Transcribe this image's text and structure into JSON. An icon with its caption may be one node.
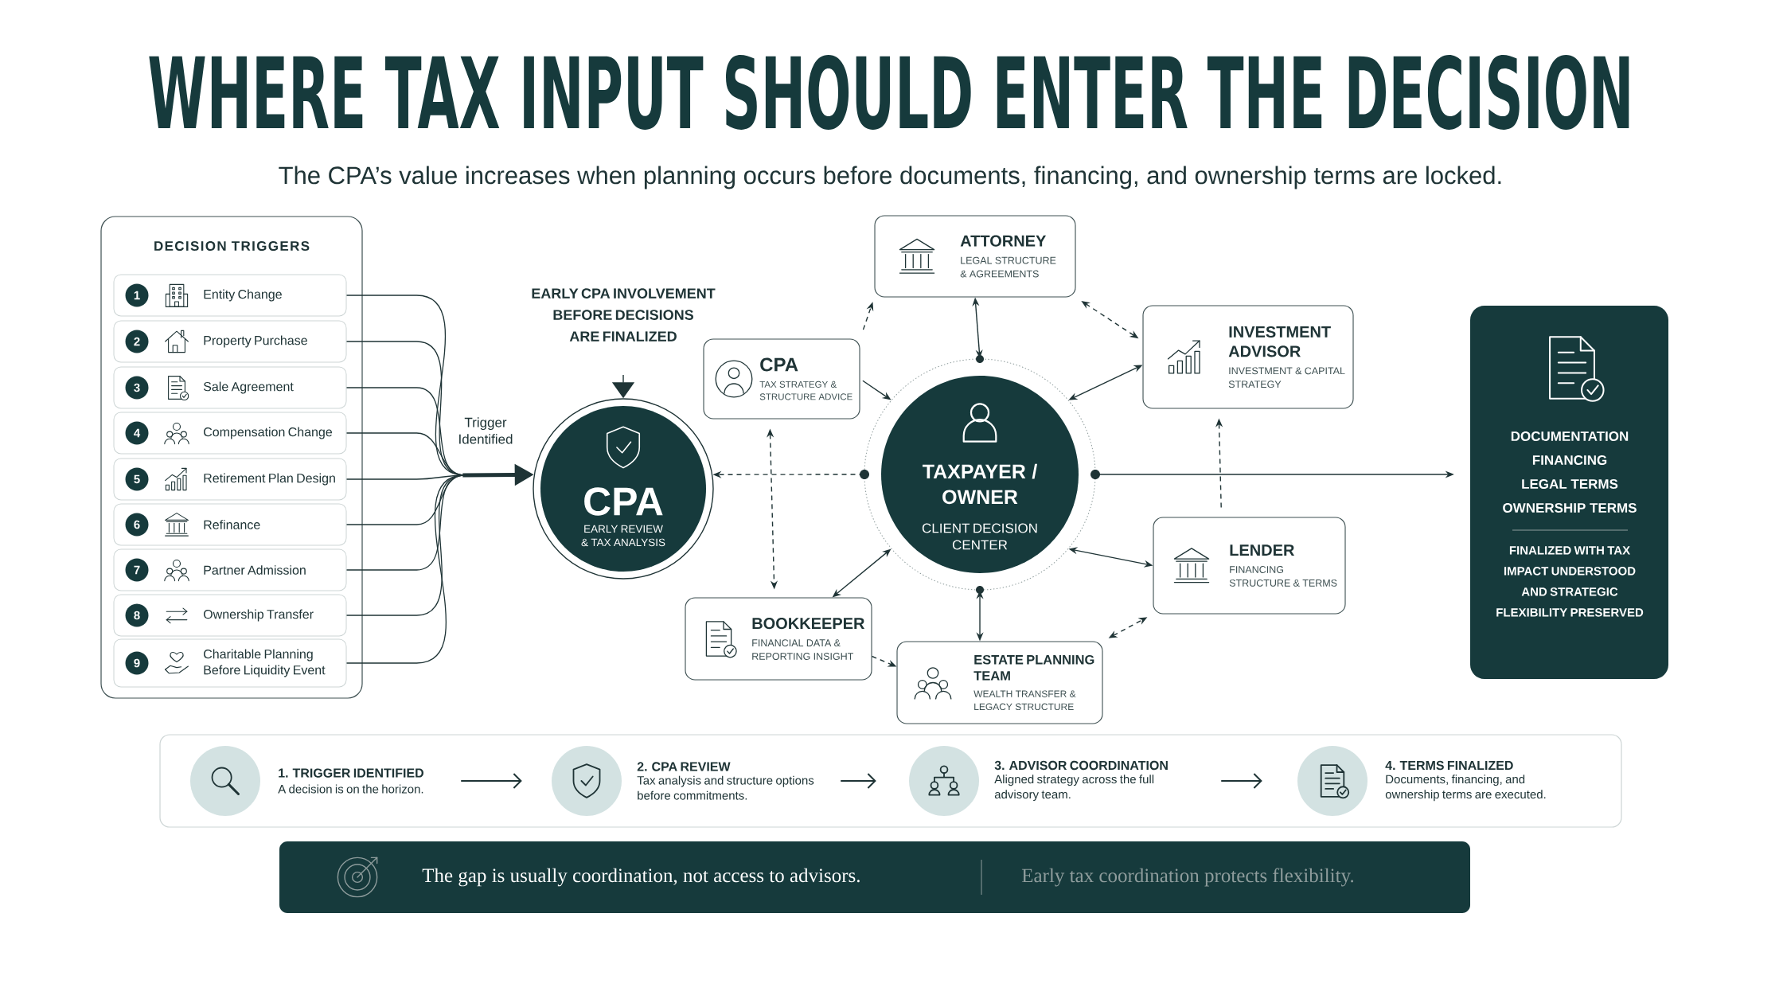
{
  "diagram": {
    "title": "WHERE TAX INPUT SHOULD ENTER THE DECISION",
    "nodes": [
      {
        "text": [
          "DECISION TRIGGERS"
        ]
      },
      {
        "text": [
          "1",
          "Entity Change"
        ],
        "in": 0
      },
      {
        "text": [
          "2",
          "Property Purchase"
        ],
        "in": 0
      },
      {
        "text": [
          "3",
          "Sale Agreement"
        ],
        "in": 0
      },
      {
        "text": [
          "4",
          "Compensation Change"
        ],
        "in": 0
      },
      {
        "text": [
          "5",
          "Retirement Plan Design"
        ],
        "in": 0
      },
      {
        "text": [
          "6",
          "Refinance"
        ],
        "in": 0
      },
      {
        "text": [
          "7",
          "Partner Admission"
        ],
        "in": 0
      },
      {
        "text": [
          "8",
          "Ownership Transfer"
        ],
        "in": 0
      },
      {
        "text": [
          "9",
          "Charitable Planning Before Liquidity Event"
        ],
        "in": 0
      },
      {
        "text": [
          "EARLY CPA INVOLVEMENT BEFORE DECISIONS ARE FINALIZED"
        ]
      },
      {
        "text": [
          "CPA",
          "EARLY REVIEW & TAX ANALYSIS"
        ]
      },
      {
        "text": [
          "TAXPAYER / OWNER",
          "CLIENT DECISION CENTER"
        ]
      },
      {
        "text": [
          "CPA",
          "TAX STRATEGY & STRUCTURE ADVICE"
        ]
      },
      {
        "text": [
          "ATTORNEY",
          "LEGAL STRUCTURE & AGREEMENTS"
        ]
      },
      {
        "text": [
          "INVESTMENT ADVISOR",
          "INVESTMENT & CAPITAL STRATEGY"
        ]
      },
      {
        "text": [
          "LENDER",
          "FINANCING STRUCTURE & TERMS"
        ]
      },
      {
        "text": [
          "BOOKKEEPER",
          "FINANCIAL DATA & REPORTING INSIGHT"
        ]
      },
      {
        "text": [
          "ESTATE PLANNING TEAM",
          "WEALTH TRANSFER & LEGACY STRUCTURE"
        ]
      },
      {
        "text": [
          "DOCUMENTATION",
          "FINANCING",
          "LEGAL TERMS",
          "OWNERSHIP TERMS",
          "FINALIZED WITH TAX IMPACT UNDERSTOOD AND STRATEGIC FLEXIBILITY PRESERVED"
        ]
      },
      {
        "text": [],
        "shape": "box"
      },
      {
        "text": [
          "1. TRIGGER IDENTIFIED",
          "A decision is on the horizon."
        ],
        "in": 20
      },
      {
        "text": [
          "2. CPA REVIEW",
          "Tax analysis and structure options before commitments."
        ],
        "in": 20
      },
      {
        "text": [
          "3. ADVISOR COORDINATION",
          "Aligned strategy across the full advisory team."
        ],
        "in": 20
      },
      {
        "text": [
          "4. TERMS FINALIZED",
          "Documents, financing, and ownership terms are executed."
        ],
        "in": 20
      },
      {
        "text": [
          "The gap is usually coordination, not access to advisors.",
          "Early tax coordination protects flexibility."
        ]
      }
    ],
    "edges": [
      {
        "from": 1,
        "to": 11,
        "arrow": "to"
      },
      {
        "from": 2,
        "to": 11,
        "arrow": "to"
      },
      {
        "from": 3,
        "to": 11,
        "arrow": "to"
      },
      {
        "from": 4,
        "to": 11,
        "arrow": "to"
      },
      {
        "from": 5,
        "to": 11,
        "arrow": "to"
      },
      {
        "from": 6,
        "to": 11,
        "arrow": "to"
      },
      {
        "from": 7,
        "to": 11,
        "arrow": "to"
      },
      {
        "from": 8,
        "to": 11,
        "arrow": "to"
      },
      {
        "from": 9,
        "to": 11,
        "arrow": "to"
      },
      {
        "from": 10,
        "to": 11,
        "arrow": "to"
      },
      {
        "from": 12,
        "to": 11,
        "arrow": "to",
        "style": "dashed"
      },
      {
        "from": 12,
        "to": 19,
        "arrow": "to"
      },
      {
        "from": 13,
        "to": 12,
        "arrow": "to"
      },
      {
        "from": 13,
        "to": 14,
        "arrow": "to",
        "style": "dashed"
      },
      {
        "from": 13,
        "to": 17,
        "arrow": "both",
        "style": "dashed"
      },
      {
        "from": 14,
        "to": 12,
        "arrow": "both"
      },
      {
        "from": 14,
        "to": 15,
        "arrow": "both",
        "style": "dashed"
      },
      {
        "from": 12,
        "to": 15,
        "arrow": "both"
      },
      {
        "from": 16,
        "to": 15,
        "arrow": "to",
        "style": "dashed"
      },
      {
        "from": 12,
        "to": 16,
        "arrow": "both"
      },
      {
        "from": 12,
        "to": 18,
        "arrow": "both"
      },
      {
        "from": 18,
        "to": 16,
        "arrow": "both",
        "style": "dashed"
      },
      {
        "from": 12,
        "to": 17,
        "arrow": "both"
      },
      {
        "from": 17,
        "to": 18,
        "arrow": "to",
        "style": "dashed"
      },
      {
        "from": 21,
        "to": 22,
        "arrow": "to"
      },
      {
        "from": 22,
        "to": 23,
        "arrow": "to"
      },
      {
        "from": 23,
        "to": 24,
        "arrow": "to"
      }
    ],
    "labels": [
      "The CPA’s value increases when planning occurs before documents, financing, and ownership terms are locked.",
      "Trigger Identified"
    ]
  }
}
